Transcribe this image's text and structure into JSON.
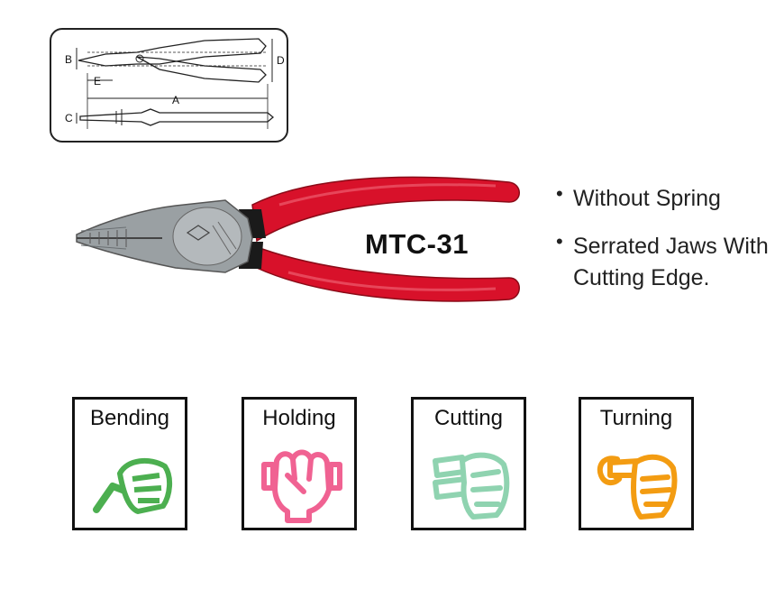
{
  "diagram": {
    "labels": {
      "a": "A",
      "b": "B",
      "c": "C",
      "d": "D",
      "e": "E"
    }
  },
  "product": {
    "model": "MTC-31"
  },
  "features": [
    {
      "bullet": "•",
      "text": "Without Spring"
    },
    {
      "bullet": "•",
      "text": "Serrated Jaws With Cutting Edge."
    }
  ],
  "usages": [
    {
      "label": "Bending",
      "icon": "bending-hand-icon",
      "color": "#4caf50"
    },
    {
      "label": "Holding",
      "icon": "holding-hand-icon",
      "color": "#f06292"
    },
    {
      "label": "Cutting",
      "icon": "cutting-hand-icon",
      "color": "#8fd3b0"
    },
    {
      "label": "Turning",
      "icon": "turning-hand-icon",
      "color": "#f39c12"
    }
  ],
  "colors": {
    "handle": "#d8112a",
    "steel": "#9aa0a3",
    "outline": "#111111"
  }
}
